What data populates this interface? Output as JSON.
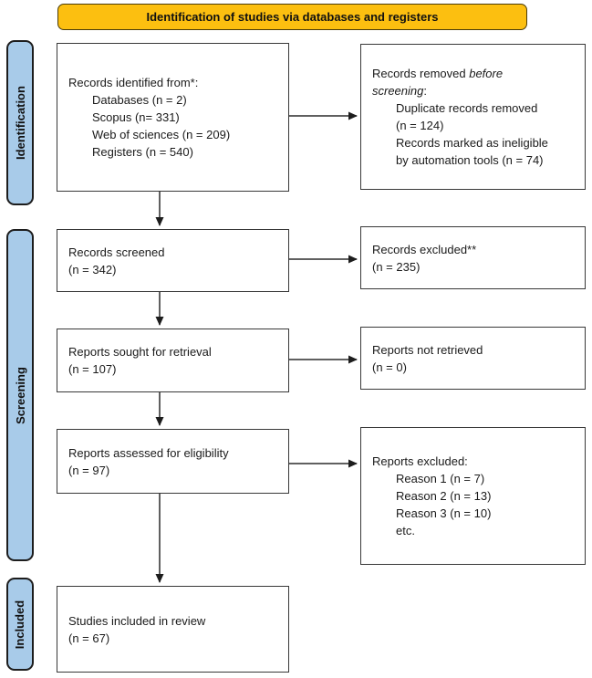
{
  "banner": {
    "label": "Identification of studies via databases and registers"
  },
  "stages": [
    {
      "label": "Identification"
    },
    {
      "label": "Screening"
    },
    {
      "label": "Included"
    }
  ],
  "boxes": {
    "identified": {
      "title": "Records identified from*:",
      "items": [
        "Databases (n = 2)",
        "Scopus (n= 331)",
        "Web of sciences (n = 209)",
        "Registers (n = 540)"
      ]
    },
    "removed": {
      "line1_normal": "Records removed ",
      "line1_italic": "before",
      "line2_italic": "screening",
      "line2_normal": ":",
      "item_lines": [
        "Duplicate records removed",
        "(n = 124)",
        "Records marked as ineligible",
        "by automation tools (n = 74)"
      ]
    },
    "screened": {
      "line1": "Records screened",
      "line2": "(n = 342)"
    },
    "records_excluded": {
      "line1": "Records excluded**",
      "line2": "(n = 235)"
    },
    "sought": {
      "line1": "Reports sought for retrieval",
      "line2": "(n = 107)"
    },
    "not_retrieved": {
      "line1": "Reports not retrieved",
      "line2": "(n = 0)"
    },
    "assessed": {
      "line1": "Reports assessed for eligibility",
      "line2": "(n = 97)"
    },
    "reports_excluded": {
      "title": "Reports excluded:",
      "items": [
        "Reason 1 (n = 7)",
        "Reason 2 (n = 13)",
        "Reason 3 (n = 10)",
        "etc."
      ]
    },
    "included": {
      "line1": "Studies included in review",
      "line2": "(n = 67)"
    }
  },
  "colors": {
    "banner-bg": "#FCBF10",
    "banner-border": "#4a3b08",
    "stage-bg": "#A8CBE9",
    "border": "#383838"
  }
}
